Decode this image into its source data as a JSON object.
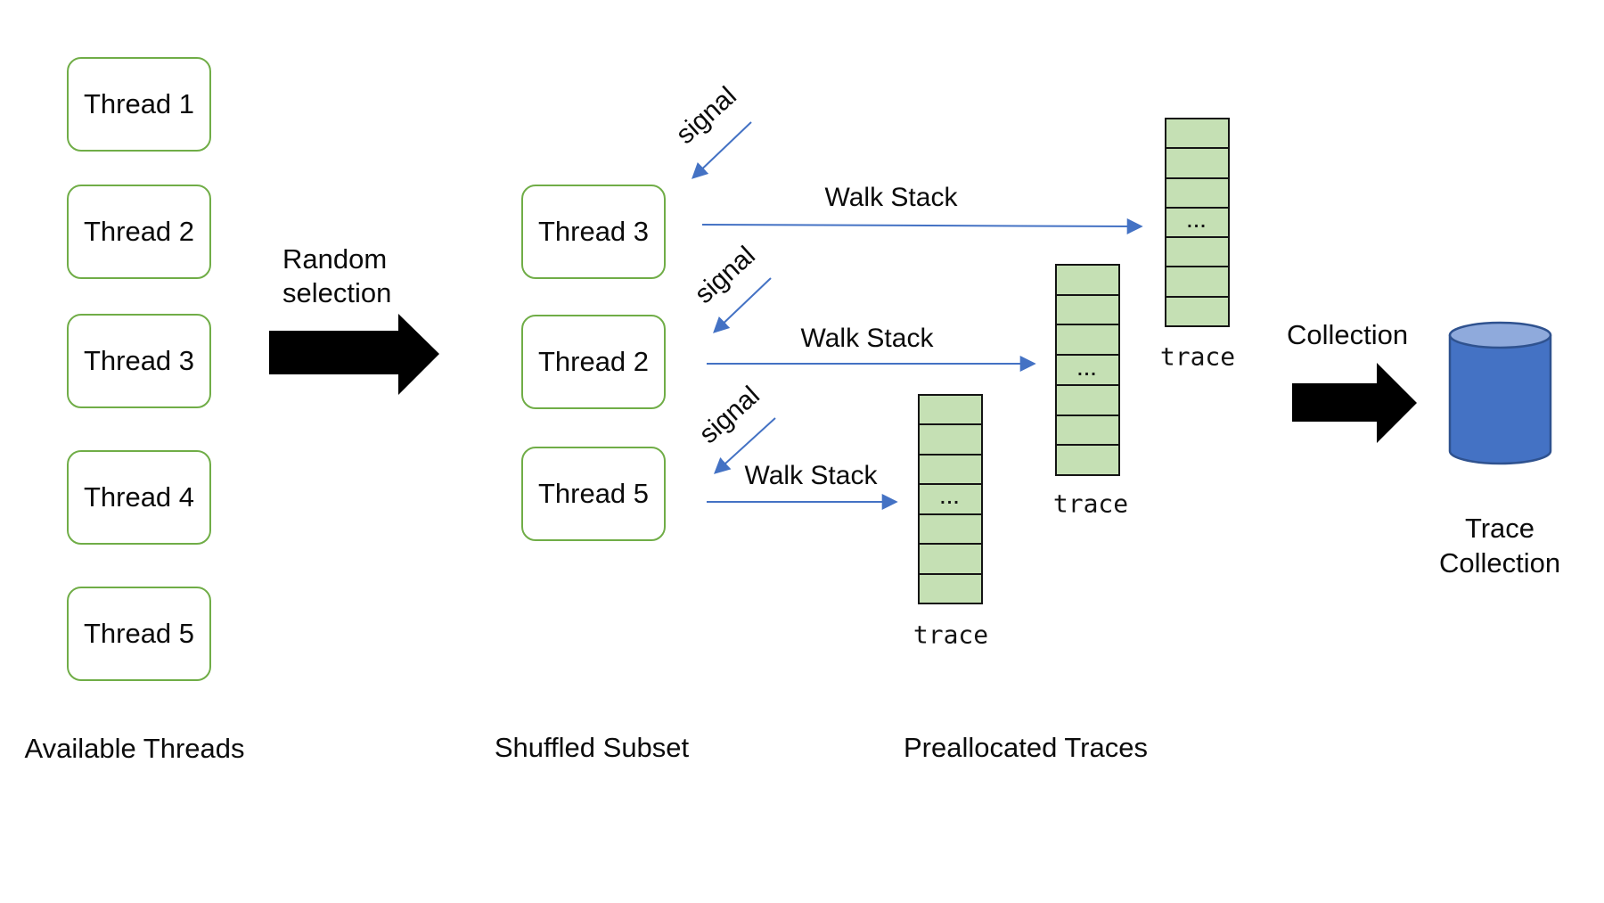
{
  "diagram": {
    "columns": {
      "available_threads": {
        "label": "Available Threads",
        "items": [
          {
            "label": "Thread 1"
          },
          {
            "label": "Thread 2"
          },
          {
            "label": "Thread 3"
          },
          {
            "label": "Thread 4"
          },
          {
            "label": "Thread 5"
          }
        ]
      },
      "shuffled_subset": {
        "label": "Shuffled Subset",
        "items": [
          {
            "label": "Thread 3"
          },
          {
            "label": "Thread 2"
          },
          {
            "label": "Thread 5"
          }
        ]
      },
      "preallocated_traces": {
        "label": "Preallocated Traces",
        "stacks": [
          {
            "label": "trace",
            "cell_count": 7,
            "middle_cell_text": "...",
            "middle_cell_index": 4
          },
          {
            "label": "trace",
            "cell_count": 7,
            "middle_cell_text": "...",
            "middle_cell_index": 4
          },
          {
            "label": "trace",
            "cell_count": 7,
            "middle_cell_text": "...",
            "middle_cell_index": 4
          }
        ]
      }
    },
    "arrows": {
      "random_selection": {
        "label": "Random selection"
      },
      "collection": {
        "label": "Collection"
      },
      "signals": [
        {
          "label": "signal"
        },
        {
          "label": "signal"
        },
        {
          "label": "signal"
        }
      ],
      "walk_stacks": [
        {
          "label": "Walk Stack"
        },
        {
          "label": "Walk Stack"
        },
        {
          "label": "Walk Stack"
        }
      ]
    },
    "trace_collection": {
      "label": "Trace Collection"
    },
    "colors": {
      "box_border_green": "#70AD47",
      "cell_fill_green": "#C5E0B4",
      "arrow_blue": "#4472C4",
      "black_arrow": "#000000",
      "cylinder_body": "#4472C4",
      "cylinder_top": "#8FAADC",
      "cylinder_stroke": "#2F528F",
      "text": "#0b0b0b"
    }
  }
}
